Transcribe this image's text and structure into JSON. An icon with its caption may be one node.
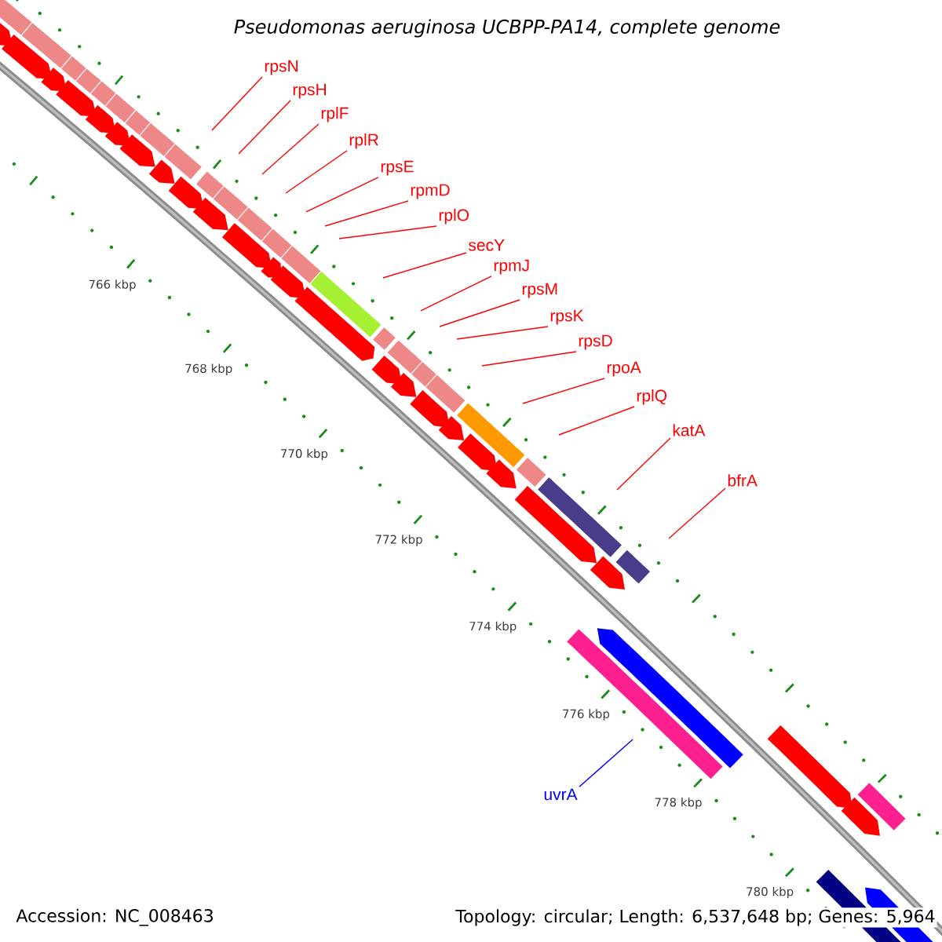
{
  "diagram": {
    "title": "Pseudomonas aeruginosa UCBPP-PA14, complete genome",
    "nodes": [
      {
        "text": [
          "rpsN"
        ]
      },
      {
        "text": [
          "rpsH"
        ]
      },
      {
        "text": [
          "rplF"
        ]
      },
      {
        "text": [
          "rplR"
        ]
      },
      {
        "text": [
          "rpsE"
        ]
      },
      {
        "text": [
          "rpmD"
        ]
      },
      {
        "text": [
          "rplO"
        ]
      },
      {
        "text": [
          "secY"
        ]
      },
      {
        "text": [
          "rpmJ"
        ]
      },
      {
        "text": [
          "rpsM"
        ]
      },
      {
        "text": [
          "rpsK"
        ]
      },
      {
        "text": [
          "rpsD"
        ]
      },
      {
        "text": [
          "rpoA"
        ]
      },
      {
        "text": [
          "rplQ"
        ]
      },
      {
        "text": [
          "katA"
        ]
      },
      {
        "text": [
          "bfrA"
        ]
      },
      {
        "text": [
          "uvrA"
        ]
      }
    ],
    "edges": [
      {
        "from": 0,
        "to": null,
        "arrow": "none"
      },
      {
        "from": 1,
        "to": null,
        "arrow": "none"
      },
      {
        "from": 2,
        "to": null,
        "arrow": "none"
      },
      {
        "from": 3,
        "to": null,
        "arrow": "none"
      },
      {
        "from": 4,
        "to": null,
        "arrow": "none"
      },
      {
        "from": 5,
        "to": null,
        "arrow": "none"
      },
      {
        "from": 6,
        "to": null,
        "arrow": "none"
      },
      {
        "from": 7,
        "to": null,
        "arrow": "none"
      },
      {
        "from": 8,
        "to": null,
        "arrow": "none"
      },
      {
        "from": 9,
        "to": null,
        "arrow": "none"
      },
      {
        "from": 10,
        "to": null,
        "arrow": "none"
      },
      {
        "from": 11,
        "to": null,
        "arrow": "none"
      },
      {
        "from": 12,
        "to": null,
        "arrow": "none"
      },
      {
        "from": 13,
        "to": null,
        "arrow": "none"
      },
      {
        "from": 14,
        "to": null,
        "arrow": "none"
      },
      {
        "from": 15,
        "to": null,
        "arrow": "none"
      },
      {
        "from": 16,
        "to": null,
        "arrow": "none",
        "color": "#0000ff"
      }
    ],
    "labels": [
      "766 kbp",
      "768 kbp",
      "770 kbp",
      "772 kbp",
      "774 kbp",
      "776 kbp",
      "778 kbp",
      "780 kbp",
      "Accession: NC_008463",
      "Topology: circular; Length: 6,537,648 bp; Genes: 5,964"
    ]
  }
}
